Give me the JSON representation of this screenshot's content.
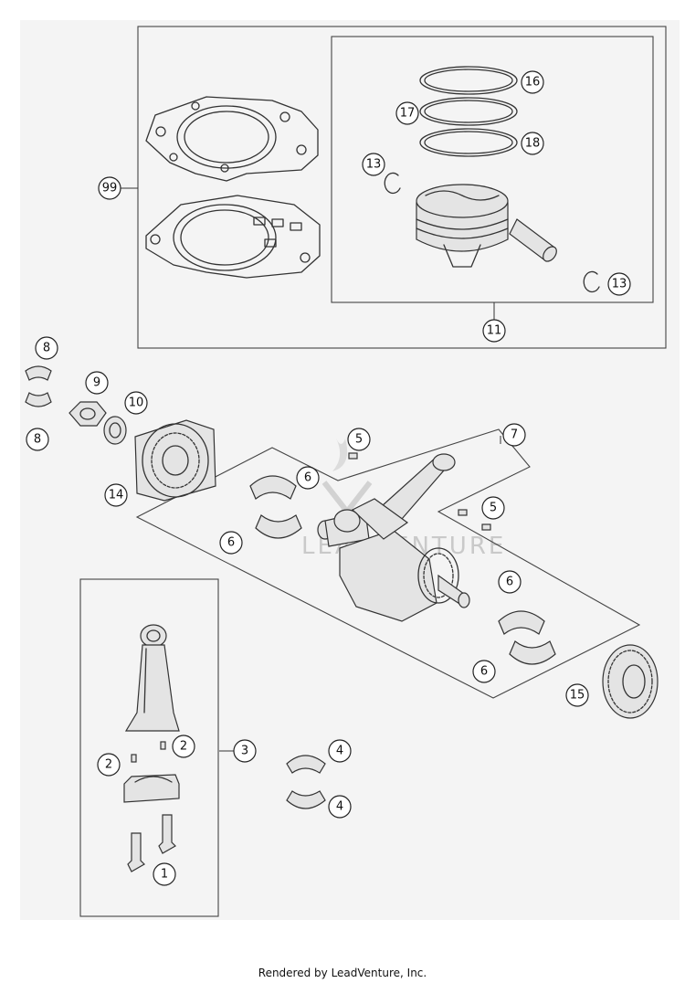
{
  "diagram": {
    "callouts": {
      "c1": "1",
      "c2a": "2",
      "c2b": "2",
      "c3": "3",
      "c4a": "4",
      "c4b": "4",
      "c5a": "5",
      "c5b": "5",
      "c6a": "6",
      "c6b": "6",
      "c6c": "6",
      "c6d": "6",
      "c7": "7",
      "c8a": "8",
      "c8b": "8",
      "c9": "9",
      "c10": "10",
      "c11": "11",
      "c13a": "13",
      "c13b": "13",
      "c14": "14",
      "c15": "15",
      "c16": "16",
      "c17": "17",
      "c18": "18",
      "c99": "99"
    },
    "watermark": "LEADVENTURE"
  },
  "footer": {
    "text": "Rendered by LeadVenture, Inc."
  }
}
